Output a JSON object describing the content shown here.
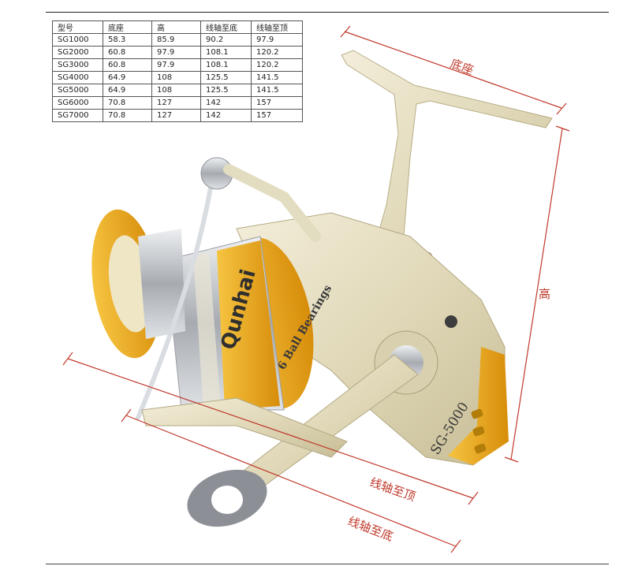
{
  "table": {
    "headers": [
      "型号",
      "底座",
      "高",
      "线轴至底",
      "线轴至顶"
    ],
    "rows": [
      [
        "SG1000",
        "58.3",
        "85.9",
        "90.2",
        "97.9"
      ],
      [
        "SG2000",
        "60.8",
        "97.9",
        "108.1",
        "120.2"
      ],
      [
        "SG3000",
        "60.8",
        "97.9",
        "108.1",
        "120.2"
      ],
      [
        "SG4000",
        "64.9",
        "108",
        "125.5",
        "141.5"
      ],
      [
        "SG5000",
        "64.9",
        "108",
        "125.5",
        "141.5"
      ],
      [
        "SG6000",
        "70.8",
        "127",
        "142",
        "157"
      ],
      [
        "SG7000",
        "70.8",
        "127",
        "142",
        "157"
      ]
    ]
  },
  "dimensions": {
    "base": "底座",
    "height": "高",
    "spool_to_top": "线轴至顶",
    "spool_to_bottom": "线轴至底"
  },
  "product": {
    "brand": "Qunhai",
    "model_mark": "SG-5000",
    "ball_bearings": "6 Ball Bearings"
  },
  "colors": {
    "dimension_line": "#c0392b",
    "body": "#e3dcbf",
    "gold": "#e8a514",
    "chrome": "#b8bcc2",
    "knob": "#8c9096"
  }
}
